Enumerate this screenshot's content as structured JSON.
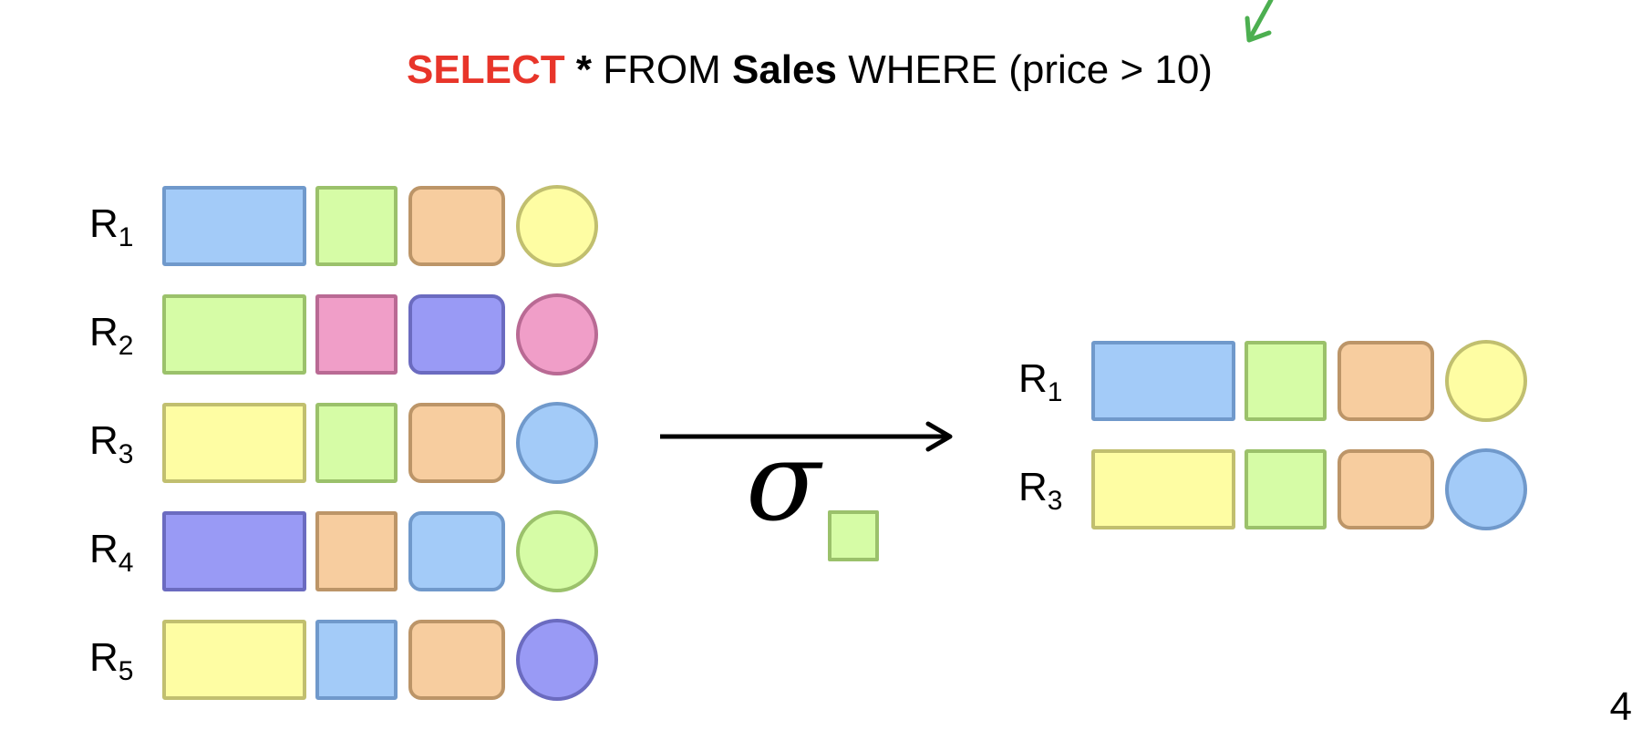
{
  "query": {
    "select": "SELECT",
    "star": "*",
    "from": "FROM",
    "table": "Sales",
    "where": "WHERE",
    "condition": "(price > 10)"
  },
  "colors": {
    "blue": {
      "fill": "#a3cbf8",
      "border": "#7099cb"
    },
    "green": {
      "fill": "#d6fca6",
      "border": "#9bc16b"
    },
    "orange": {
      "fill": "#f7cd9f",
      "border": "#bc9568"
    },
    "yellow": {
      "fill": "#fefda3",
      "border": "#c1bf6f"
    },
    "pink": {
      "fill": "#f09ec8",
      "border": "#b96a94"
    },
    "purple": {
      "fill": "#999af5",
      "border": "#6b6bc0"
    },
    "arrow": "#000000",
    "annotation": "#4caf50",
    "keyword": "#e8352a"
  },
  "input_relation": [
    {
      "base": "R",
      "sub": "1",
      "cells": [
        "blue",
        "green",
        "orange",
        "yellow"
      ]
    },
    {
      "base": "R",
      "sub": "2",
      "cells": [
        "green",
        "pink",
        "purple",
        "pink"
      ]
    },
    {
      "base": "R",
      "sub": "3",
      "cells": [
        "yellow",
        "green",
        "orange",
        "blue"
      ]
    },
    {
      "base": "R",
      "sub": "4",
      "cells": [
        "purple",
        "orange",
        "blue",
        "green"
      ]
    },
    {
      "base": "R",
      "sub": "5",
      "cells": [
        "yellow",
        "blue",
        "orange",
        "purple"
      ]
    }
  ],
  "output_relation": [
    {
      "base": "R",
      "sub": "1",
      "cells": [
        "blue",
        "green",
        "orange",
        "yellow"
      ]
    },
    {
      "base": "R",
      "sub": "3",
      "cells": [
        "yellow",
        "green",
        "orange",
        "blue"
      ]
    }
  ],
  "operator": {
    "symbol": "σ",
    "condition_color": "green"
  },
  "page_number": "4"
}
